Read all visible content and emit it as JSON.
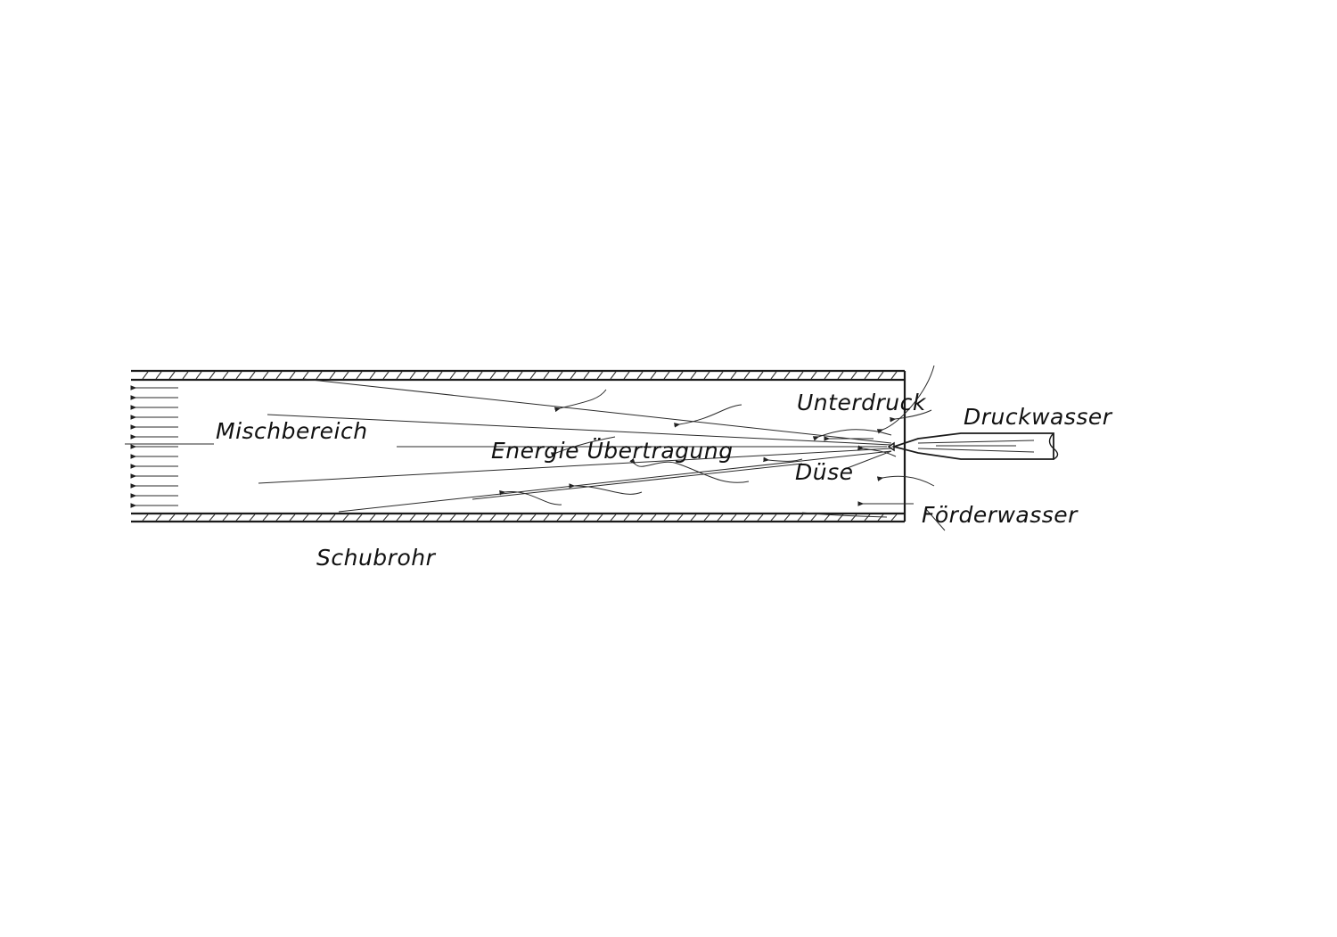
{
  "labels": {
    "mixing_zone": "Mischbereich",
    "energy_transfer": "Energie Übertragung",
    "negative_pressure": "Unterdruck",
    "pressure_water": "Druckwasser",
    "nozzle": "Düse",
    "conveyed_water": "Förderwasser",
    "thrust_tube": "Schubrohr"
  },
  "colors": {
    "ink": "#1a1a1a",
    "paper": "#ffffff"
  }
}
